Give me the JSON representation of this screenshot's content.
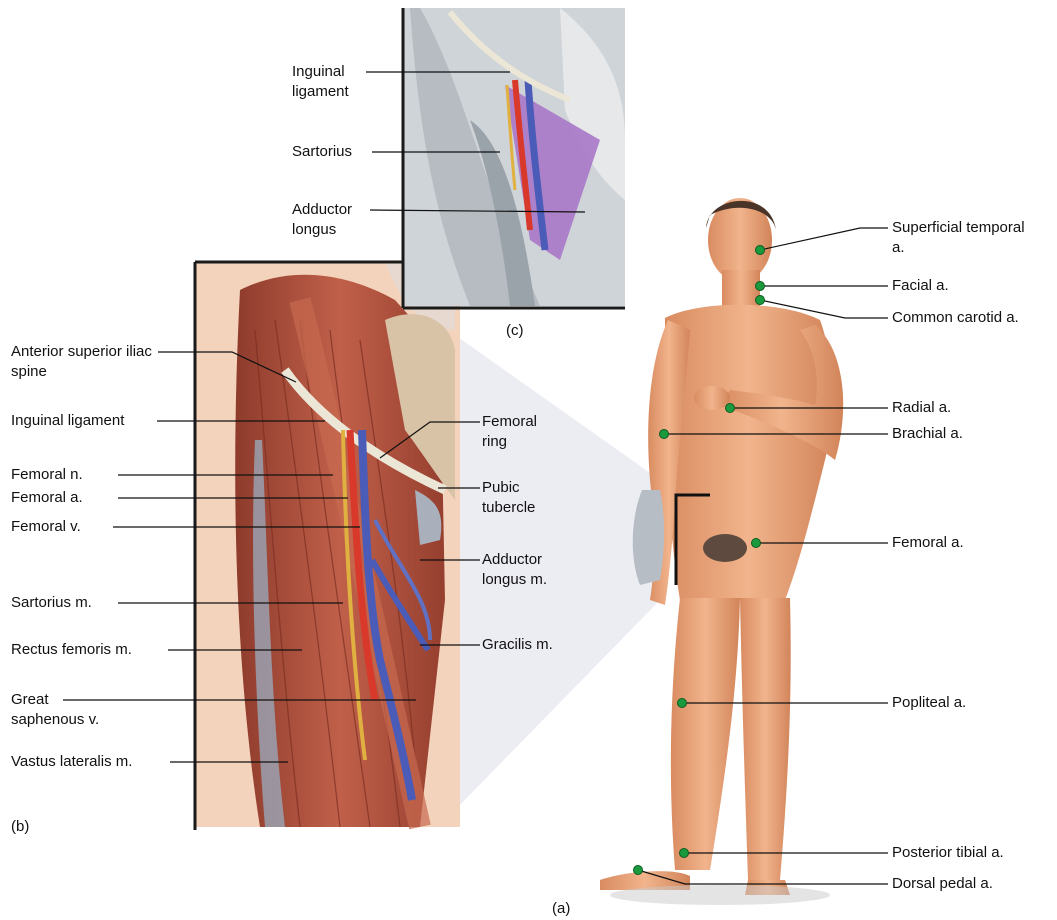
{
  "panels": {
    "a": "(a)",
    "b": "(b)",
    "c": "(c)"
  },
  "panel_c_labels": {
    "inguinal_ligament": "Inguinal ligament",
    "sartorius": "Sartorius",
    "adductor_longus": "Adductor longus"
  },
  "panel_b_labels": {
    "anterior_superior_iliac_spine": "Anterior superior iliac spine",
    "inguinal_ligament": "Inguinal ligament",
    "femoral_n": "Femoral n.",
    "femoral_a": "Femoral a.",
    "femoral_v": "Femoral v.",
    "sartorius_m": "Sartorius m.",
    "rectus_femoris_m": "Rectus femoris m.",
    "great_saphenous_v": "Great saphenous v.",
    "vastus_lateralis_m": "Vastus lateralis m.",
    "femoral_ring": "Femoral ring",
    "pubic_tubercle": "Pubic tubercle",
    "adductor_longus_m": "Adductor longus m.",
    "gracilis_m": "Gracilis m."
  },
  "panel_a_labels": {
    "superficial_temporal_a": "Superficial temporal a.",
    "facial_a": "Facial a.",
    "common_carotid_a": "Common carotid a.",
    "radial_a": "Radial a.",
    "brachial_a": "Brachial a.",
    "femoral_a": "Femoral a.",
    "popliteal_a": "Popliteal a.",
    "posterior_tibial_a": "Posterior tibial a.",
    "dorsal_pedal_a": "Dorsal pedal a."
  },
  "colors": {
    "pulse_point": "#1a9a3c",
    "skin": "#e8a57e",
    "muscle": "#b5523f",
    "artery": "#d8392b",
    "vein": "#4b5bb8",
    "nerve": "#e0b040",
    "ligament": "#e6e0d0",
    "adductor_purple": "#a878c8"
  }
}
